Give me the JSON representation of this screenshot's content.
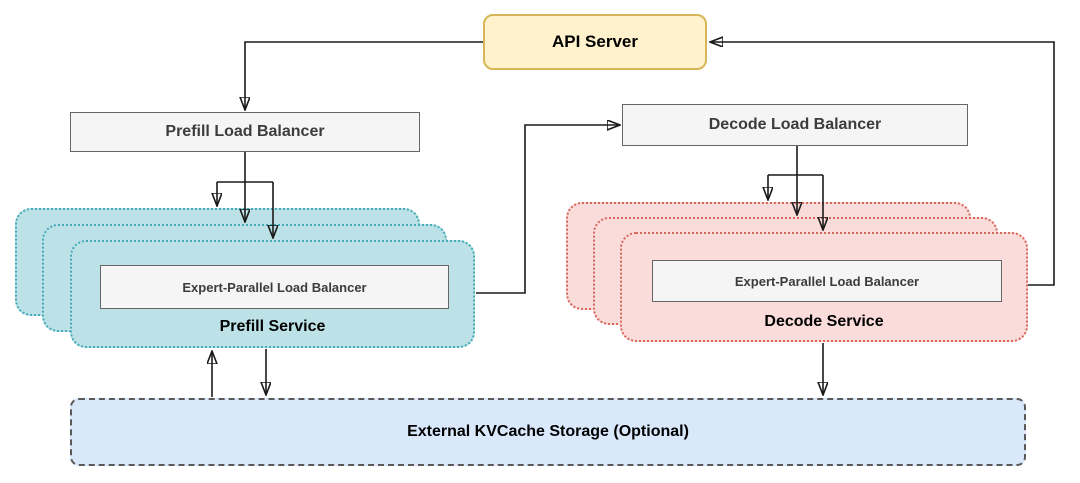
{
  "nodes": {
    "api_server": {
      "label": "API Server",
      "fill": "#FFF2CC",
      "stroke": "#D6B656"
    },
    "prefill_load_balancer": {
      "label": "Prefill Load Balancer",
      "fill": "#F5F5F5",
      "stroke": "#666666"
    },
    "decode_load_balancer": {
      "label": "Decode Load Balancer",
      "fill": "#F5F5F5",
      "stroke": "#666666"
    },
    "prefill_service": {
      "label": "Prefill Service",
      "eplb_label": "Expert-Parallel Load Balancer",
      "fill": "#BCE2E7",
      "stroke": "#44ABB7",
      "replica_count": 3
    },
    "decode_service": {
      "label": "Decode Service",
      "eplb_label": "Expert-Parallel Load Balancer",
      "fill": "#FADCDA",
      "stroke": "#D8675B",
      "replica_count": 3
    },
    "kvcache": {
      "label": "External KVCache Storage (Optional)",
      "fill": "#DAE8FC",
      "stroke": "#595959"
    }
  },
  "edges": [
    {
      "name": "api-to-prefill-lb",
      "from": "api_server",
      "to": "prefill_load_balancer",
      "arrow": true
    },
    {
      "name": "prefill-lb-fanout",
      "from": "prefill_load_balancer",
      "to": "prefill_service",
      "arrow": true,
      "branches": 3
    },
    {
      "name": "prefill-to-decode-lb",
      "from": "prefill_service",
      "to": "decode_load_balancer",
      "arrow": true
    },
    {
      "name": "decode-lb-fanout",
      "from": "decode_load_balancer",
      "to": "decode_service",
      "arrow": true,
      "branches": 3
    },
    {
      "name": "decode-to-api",
      "from": "decode_service",
      "to": "api_server",
      "arrow": true
    },
    {
      "name": "kvcache-to-prefill",
      "from": "kvcache",
      "to": "prefill_service",
      "arrow": true
    },
    {
      "name": "prefill-to-kvcache",
      "from": "prefill_service",
      "to": "kvcache",
      "arrow": true
    },
    {
      "name": "decode-to-kvcache",
      "from": "decode_service",
      "to": "kvcache",
      "arrow": true
    }
  ]
}
